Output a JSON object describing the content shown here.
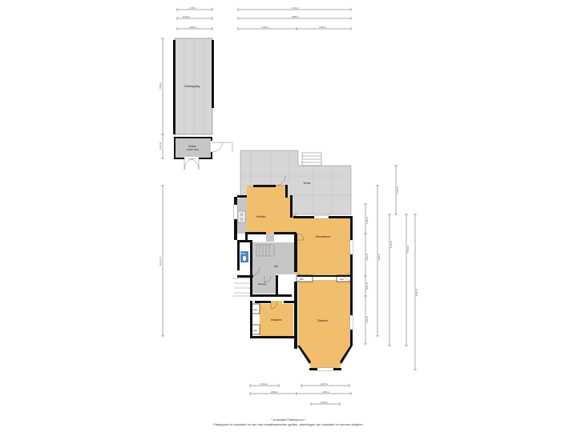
{
  "colors": {
    "room_fill": "#f0be6d",
    "outdoor_fill": "#d6d6d6",
    "gray_fill": "#c6c6c6",
    "wall": "#111111",
    "bath_fill": "#4a86c9",
    "dim_line": "#555555"
  },
  "rooms": {
    "overkapping": "Overkapping",
    "schuur": "Schuur",
    "schuur_sub": "Nokbl. Bloc",
    "terras": "Terras",
    "keuken": "Keuken",
    "woonkamer": "Woonkamer",
    "hal": "Hal",
    "berging": "Berging",
    "toilet": "Toilet",
    "eetkamer": "Eetkamer",
    "zitkamer": "Zitkamer",
    "kast1": "Kast",
    "kast2": "Kast",
    "kast3": "Kast",
    "kast4": "Kast"
  },
  "dimensions": {
    "top_left_1": "2,75 m",
    "top_left_2": "2,29 m",
    "top_left_3": "2,55 m",
    "top_right_1": "9,14 m",
    "top_right_2": "6,85 m",
    "top_right_3": "3,70 m",
    "top_right_4": "4,36 m",
    "side_overkapping": "7,89 m",
    "side_schuur": "1,92 m",
    "side_left_total": "10,24 m",
    "right_1": "1,92 m",
    "right_2": "4,36 m",
    "right_3": "3,48 m",
    "right_4": "5,33 m",
    "right_5": "4,06 m",
    "right_6": "5,63 m",
    "right_7": "5,87 m",
    "right_8": "3,42 m",
    "bottom_1": "1,64 m",
    "bottom_2": "2,07 m",
    "bottom_3": "2,86 m",
    "bottom_4": "4,65 m",
    "bottom_5": "1,64 m"
  },
  "footer": {
    "line1": "* Indicatief Plattegrond *",
    "line2": "Plattegrond is indicatief en kan niet-inlaatbaarheden gelden, afmetingen zijn indicatief en kunnen afwijken."
  }
}
